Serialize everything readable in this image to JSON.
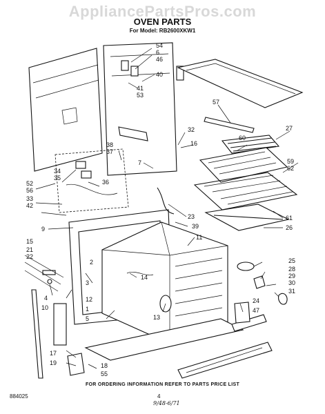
{
  "watermark": "AppliancePartsPros.com",
  "title": "OVEN PARTS",
  "model_line": "For Model: RB2600XKW1",
  "footer_note": "FOR ORDERING INFORMATION REFER TO PARTS PRICE LIST",
  "doc_number": "884025",
  "page_number": "4",
  "signature": "9/48-6/71",
  "callouts": [
    {
      "id": "c54",
      "label": "54"
    },
    {
      "id": "c6",
      "label": "6"
    },
    {
      "id": "c46",
      "label": "46"
    },
    {
      "id": "c40",
      "label": "40"
    },
    {
      "id": "c41",
      "label": "41"
    },
    {
      "id": "c53",
      "label": "53"
    },
    {
      "id": "c57",
      "label": "57"
    },
    {
      "id": "c32",
      "label": "32"
    },
    {
      "id": "c16",
      "label": "16"
    },
    {
      "id": "c60",
      "label": "60"
    },
    {
      "id": "c27",
      "label": "27"
    },
    {
      "id": "c38",
      "label": "38"
    },
    {
      "id": "c37",
      "label": "37"
    },
    {
      "id": "c7",
      "label": "7"
    },
    {
      "id": "c34",
      "label": "34"
    },
    {
      "id": "c35",
      "label": "35"
    },
    {
      "id": "c36",
      "label": "36"
    },
    {
      "id": "c59",
      "label": "59"
    },
    {
      "id": "c62",
      "label": "62"
    },
    {
      "id": "c52",
      "label": "52"
    },
    {
      "id": "c56",
      "label": "56"
    },
    {
      "id": "c33",
      "label": "33"
    },
    {
      "id": "c42",
      "label": "42"
    },
    {
      "id": "c23",
      "label": "23"
    },
    {
      "id": "c39",
      "label": "39"
    },
    {
      "id": "c61",
      "label": "61"
    },
    {
      "id": "c26",
      "label": "26"
    },
    {
      "id": "c9",
      "label": "9"
    },
    {
      "id": "c11",
      "label": "11"
    },
    {
      "id": "c15",
      "label": "15"
    },
    {
      "id": "c21",
      "label": "21"
    },
    {
      "id": "c22",
      "label": "22"
    },
    {
      "id": "c14",
      "label": "14"
    },
    {
      "id": "c25",
      "label": "25"
    },
    {
      "id": "c28",
      "label": "28"
    },
    {
      "id": "c29",
      "label": "29"
    },
    {
      "id": "c30",
      "label": "30"
    },
    {
      "id": "c31",
      "label": "31"
    },
    {
      "id": "c2",
      "label": "2"
    },
    {
      "id": "c3",
      "label": "3"
    },
    {
      "id": "c4",
      "label": "4"
    },
    {
      "id": "c10",
      "label": "10"
    },
    {
      "id": "c12",
      "label": "12"
    },
    {
      "id": "c1",
      "label": "1"
    },
    {
      "id": "c5",
      "label": "5"
    },
    {
      "id": "c13",
      "label": "13"
    },
    {
      "id": "c24",
      "label": "24"
    },
    {
      "id": "c47",
      "label": "47"
    },
    {
      "id": "c17",
      "label": "17"
    },
    {
      "id": "c19",
      "label": "19"
    },
    {
      "id": "c18",
      "label": "18"
    },
    {
      "id": "c55",
      "label": "55"
    }
  ]
}
